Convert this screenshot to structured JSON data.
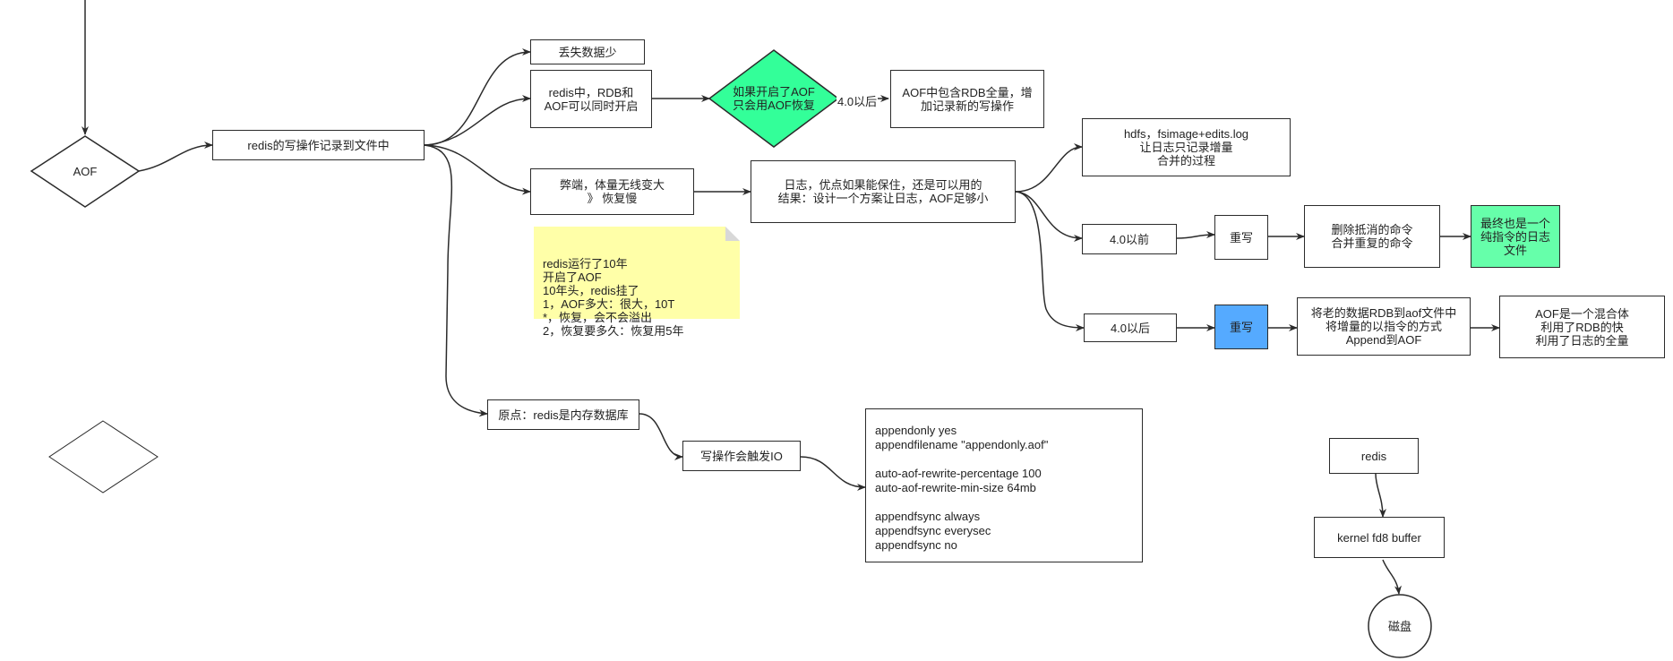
{
  "colors": {
    "green": "#33ff99",
    "light_green": "#66ffaa",
    "blue": "#55aaff",
    "note_yellow": "#ffffa8",
    "stroke": "#2b2b2b"
  },
  "nodes": {
    "aof": "AOF",
    "write_log": "redis的写操作记录到文件中",
    "lose_less": "丢失数据少",
    "rdb_aof_both": "redis中，RDB和\nAOF可以同时开启",
    "if_aof": "如果开启了AOF\n只会用AOF恢复",
    "after40_label": "4.0以后",
    "aof_contains_rdb": "AOF中包含RDB全量，增\n加记录新的写操作",
    "drawback": "弊端，体量无线变大\n》 恢复慢",
    "log_summary": "日志，优点如果能保住，还是可以用的\n结果：设计一个方案让日志，AOF足够小",
    "hdfs": "hdfs，fsimage+edits.log\n让日志只记录增量\n合并的过程",
    "before40": "4.0以前",
    "rewrite1": "重写",
    "delete_cancel": "删除抵消的命令\n合并重复的命令",
    "final_log": "最终也是一个\n纯指令的日志\n文件",
    "after40": "4.0以后",
    "rewrite2": "重写",
    "old_rdb": "将老的数据RDB到aof文件中\n将增量的以指令的方式\nAppend到AOF",
    "hybrid": "AOF是一个混合体\n利用了RDB的快\n利用了日志的全量",
    "origin": "原点：redis是内存数据库",
    "write_io": "写操作会触发IO",
    "config": "appendonly yes\nappendfilename \"appendonly.aof\"\n\nauto-aof-rewrite-percentage 100\nauto-aof-rewrite-min-size 64mb\n\nappendfsync always\nappendfsync everysec\nappendfsync no",
    "redis": "redis",
    "kernel": "kernel  fd8 buffer",
    "disk": "磁盘"
  },
  "note": "redis运行了10年\n开启了AOF\n10年头，redis挂了\n1，AOF多大：很大，10T\n*，恢复，会不会溢出\n2，恢复要多久：恢复用5年"
}
